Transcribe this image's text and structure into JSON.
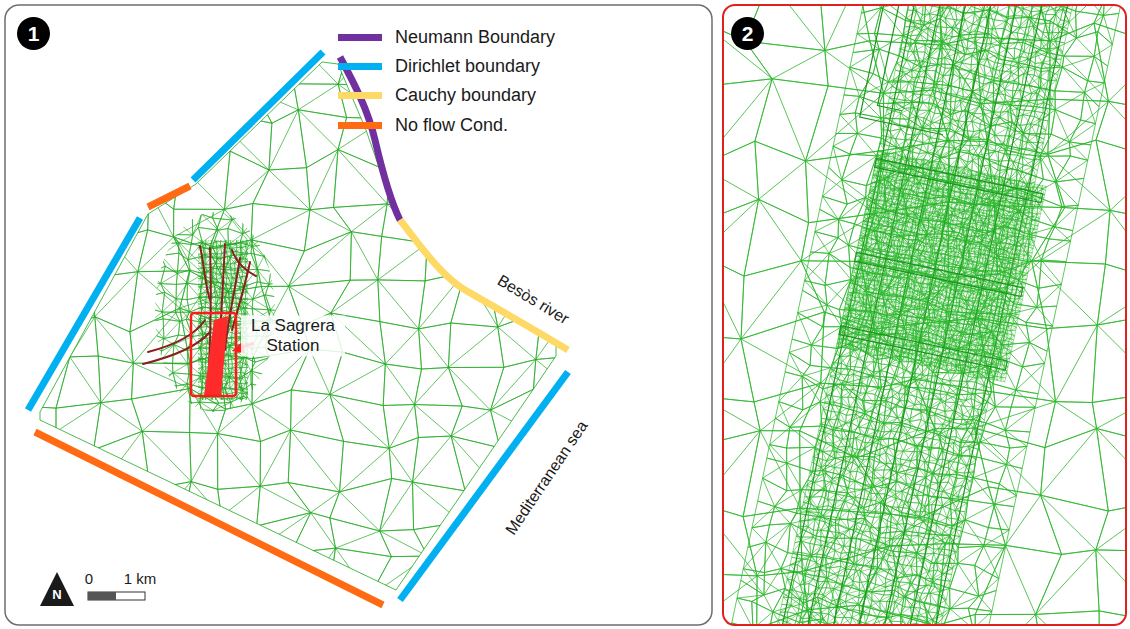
{
  "diagram": {
    "nodes": [
      {
        "text": [
          "1"
        ]
      },
      {
        "text": [
          "2"
        ]
      }
    ],
    "labels": [
      "N",
      "0",
      "1 km",
      "La Sagrera Station",
      "Besòs river",
      "Mediterranean sea"
    ],
    "legend": [
      {
        "text": "Neumann Boundary",
        "color": "#7030a0"
      },
      {
        "text": "Dirichlet boundary",
        "color": "#00b0f0"
      },
      {
        "text": "Cauchy boundary",
        "color": "#ffd966"
      },
      {
        "text": "No flow Cond.",
        "color": "#ff6a13"
      }
    ]
  }
}
